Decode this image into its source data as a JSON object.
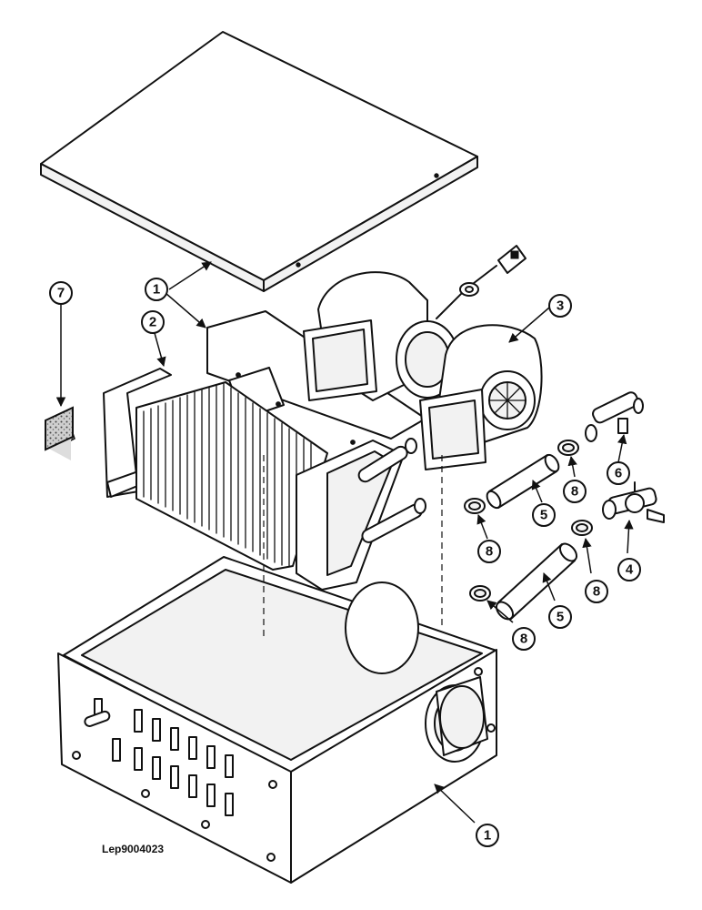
{
  "drawing_ref": "Lep9004023",
  "callouts": [
    {
      "id": "c1",
      "label": "1"
    },
    {
      "id": "c2",
      "label": "2"
    },
    {
      "id": "c3",
      "label": "3"
    },
    {
      "id": "c4",
      "label": "4"
    },
    {
      "id": "c5",
      "label": "5"
    },
    {
      "id": "c6",
      "label": "6"
    },
    {
      "id": "c7",
      "label": "7"
    },
    {
      "id": "c8",
      "label": "8"
    }
  ],
  "colors": {
    "line": "#111111",
    "background": "#ffffff"
  }
}
